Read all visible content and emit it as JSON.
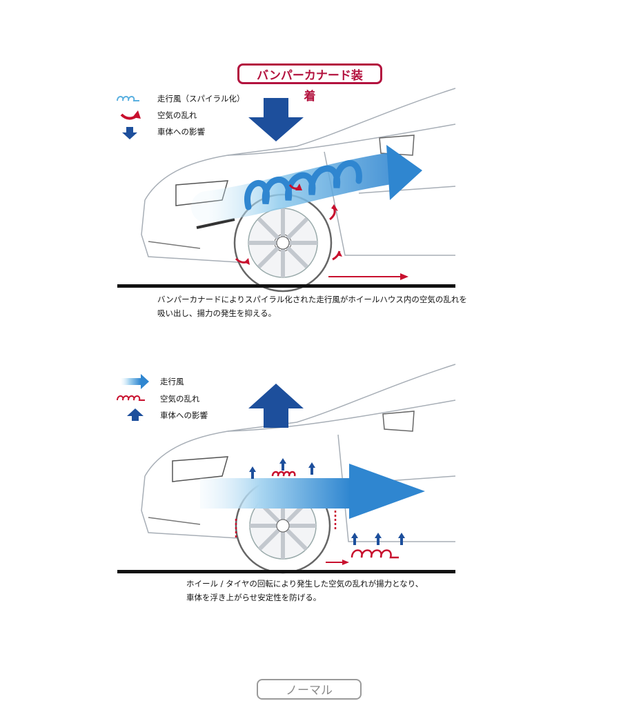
{
  "top": {
    "badge": "バンパーカナード装着",
    "legend": [
      {
        "icon": "spiral-wind-icon",
        "label": "走行風（スパイラル化）"
      },
      {
        "icon": "turbulence-arrow-icon",
        "label": "空気の乱れ"
      },
      {
        "icon": "down-arrow-icon",
        "label": "車体への影響"
      }
    ],
    "caption_line1": "バンパーカナードによりスパイラル化された走行風がホイールハウス内の空気の乱れを",
    "caption_line2": "吸い出し、揚力の発生を抑える。"
  },
  "bottom": {
    "badge": "ノーマル",
    "legend": [
      {
        "icon": "wind-arrow-icon",
        "label": "走行風"
      },
      {
        "icon": "turbulence-coil-icon",
        "label": "空気の乱れ"
      },
      {
        "icon": "up-arrow-icon",
        "label": "車体への影響"
      }
    ],
    "caption_line1": "ホイール / タイヤの回転により発生した空気の乱れが揚力となり、",
    "caption_line2": "車体を浮き上がらせ安定性を防げる。"
  },
  "colors": {
    "accent_red": "#c8102e",
    "force_blue": "#1d4f9c",
    "wind_blue": "#3a8fd6",
    "wind_light": "#9fd0ee"
  }
}
